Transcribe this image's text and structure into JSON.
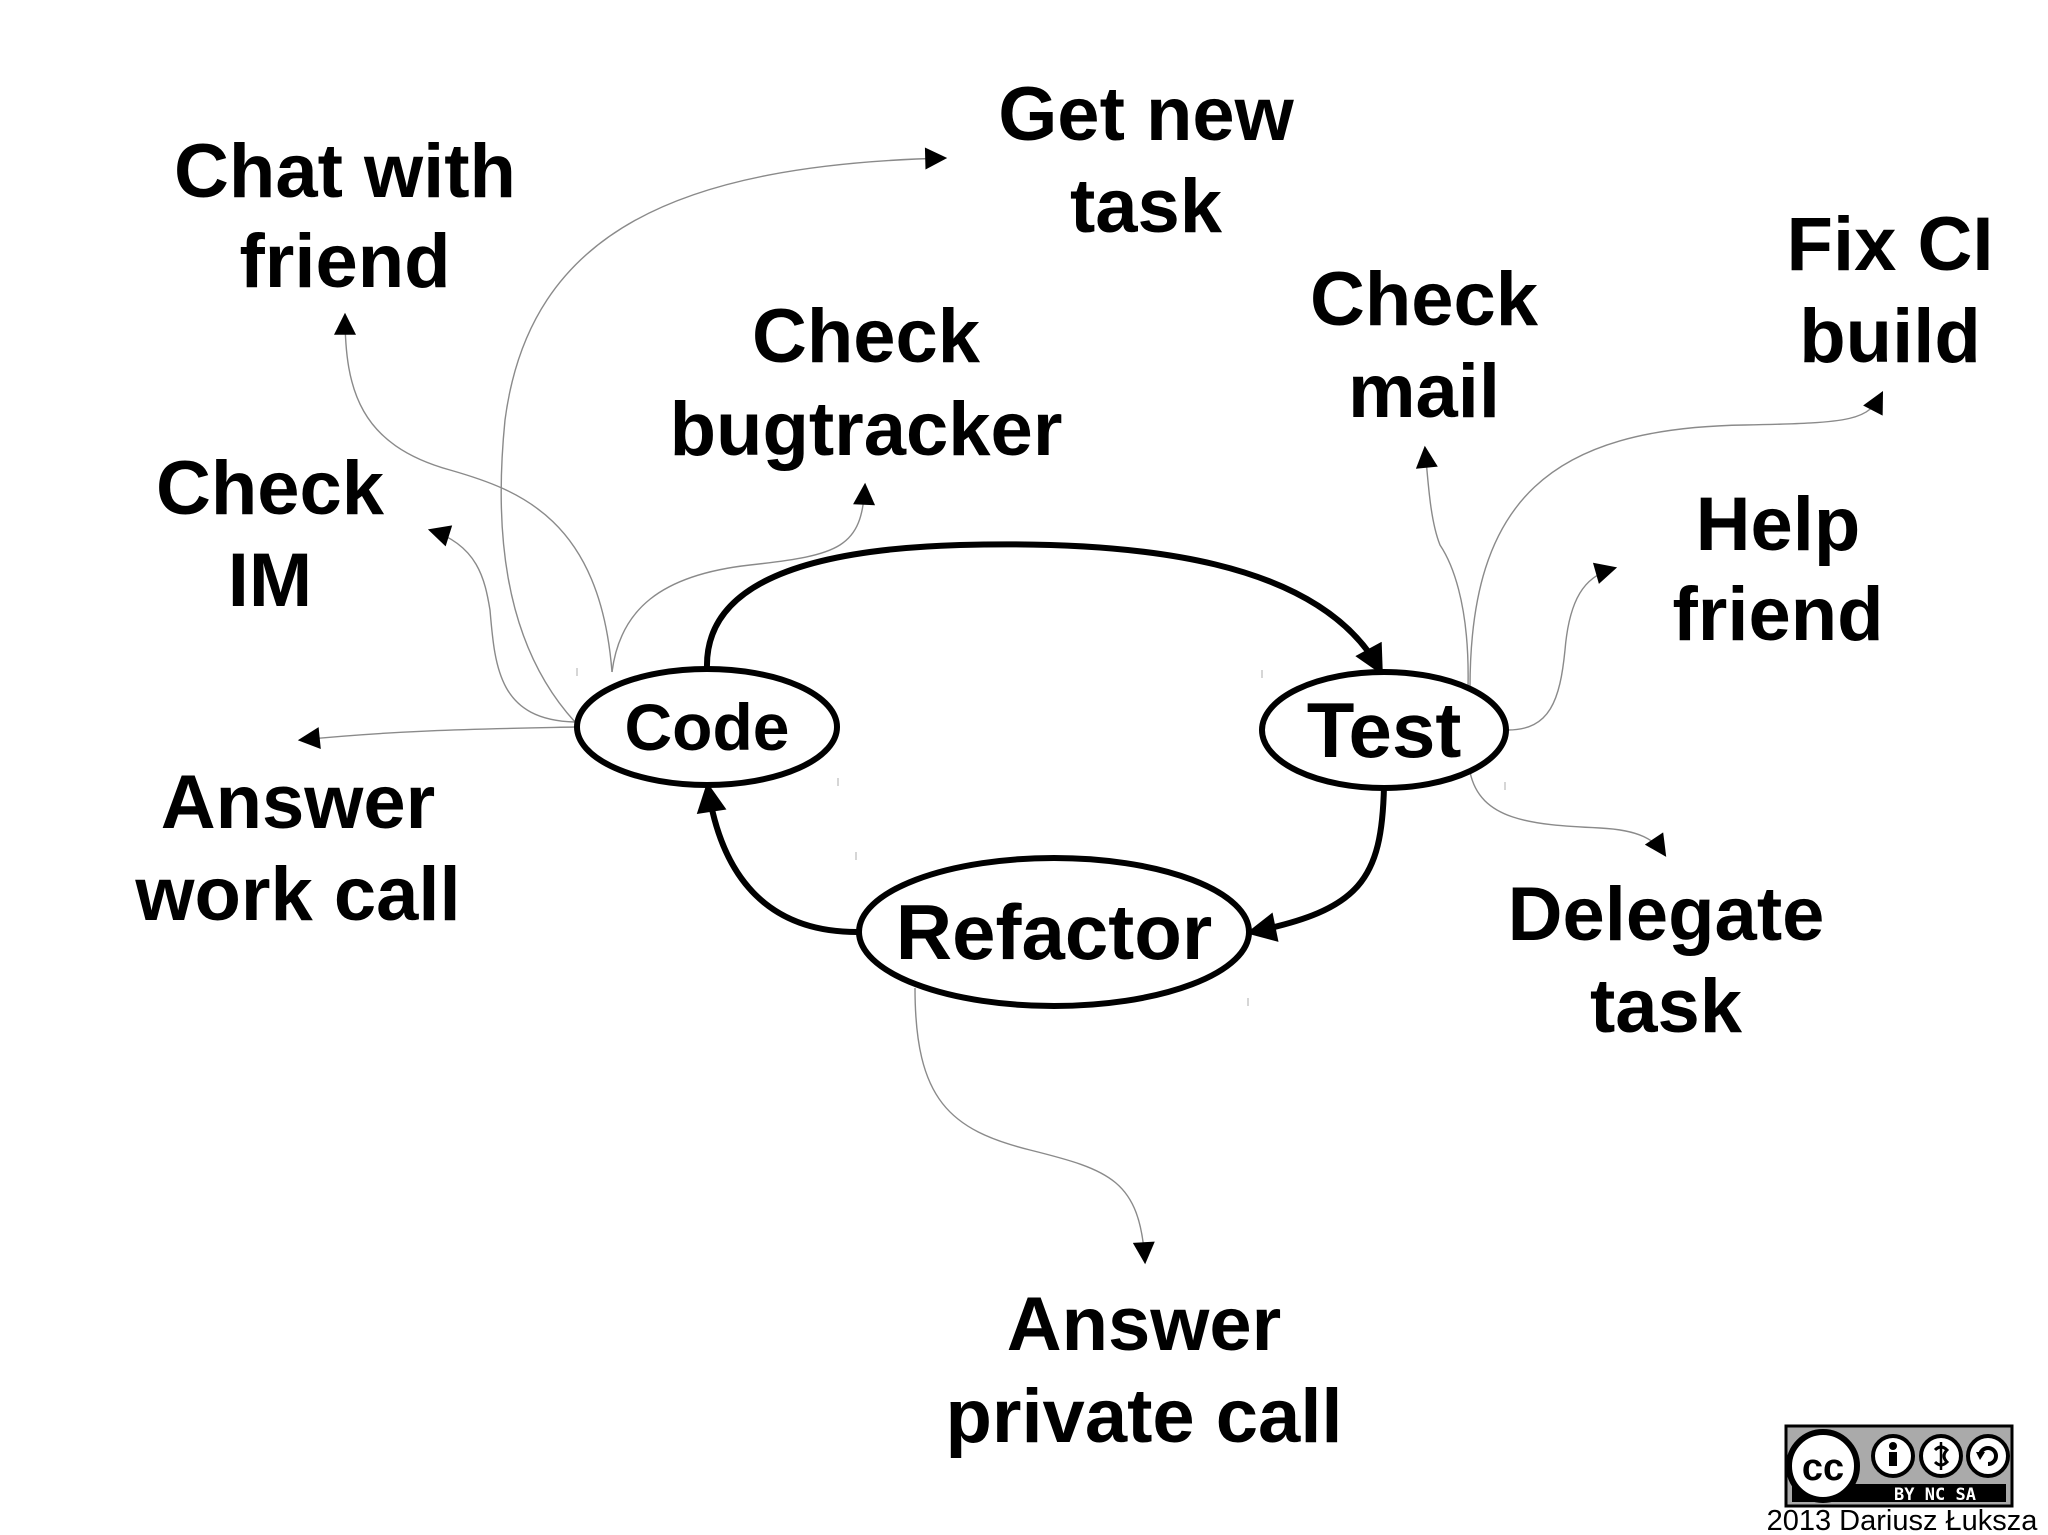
{
  "nodes": {
    "code": "Code",
    "test": "Test",
    "refactor": "Refactor"
  },
  "distractions": {
    "chat_with_friend": [
      "Chat with",
      "friend"
    ],
    "get_new_task": [
      "Get new",
      "task"
    ],
    "check_bugtracker": [
      "Check",
      "bugtracker"
    ],
    "check_mail": [
      "Check",
      "mail"
    ],
    "fix_ci_build": [
      "Fix CI",
      "build"
    ],
    "check_im": [
      "Check",
      "IM"
    ],
    "help_friend": [
      "Help",
      "friend"
    ],
    "answer_work_call": [
      "Answer",
      "work call"
    ],
    "delegate_task": [
      "Delegate",
      "task"
    ],
    "answer_private_call": [
      "Answer",
      "private call"
    ]
  },
  "license": {
    "badge_text": "BY  NC  SA",
    "badge_cc": "cc"
  },
  "credit": "2013 Dariusz Łuksza",
  "colors": {
    "foreground": "#000000",
    "thin_arrow": "#8a8a8a",
    "background": "#ffffff",
    "badge_grey": "#aaaaaa"
  }
}
